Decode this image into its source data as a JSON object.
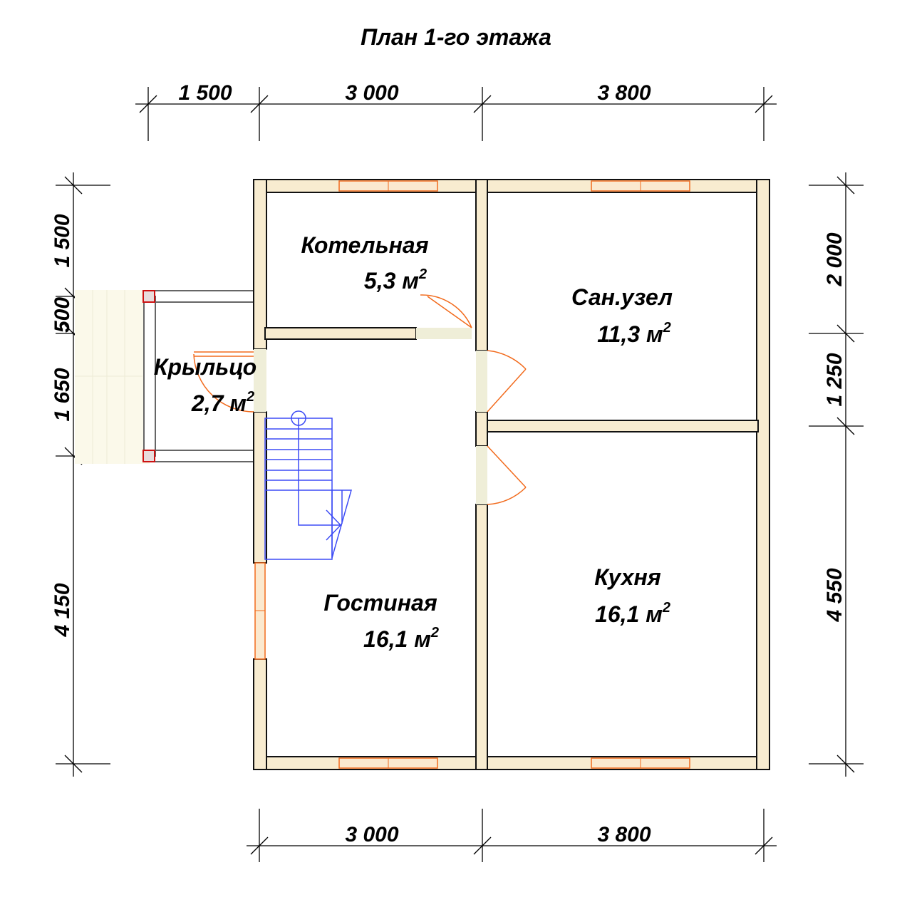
{
  "title": "План 1-го этажа",
  "dimensions": {
    "top": [
      "1 500",
      "3 000",
      "3 800"
    ],
    "bottom": [
      "3 000",
      "3 800"
    ],
    "left": [
      "1 500",
      "500",
      "1 650",
      "4 150"
    ],
    "right": [
      "2 000",
      "1 250",
      "4 550"
    ]
  },
  "rooms": [
    {
      "name": "Котельная",
      "area": "5,3 м",
      "sup": "2"
    },
    {
      "name": "Сан.узел",
      "area": "11,3 м",
      "sup": "2"
    },
    {
      "name": "Крыльцо",
      "area": "2,7 м",
      "sup": "2"
    },
    {
      "name": "Гостиная",
      "area": "16,1 м",
      "sup": "2"
    },
    {
      "name": "Кухня",
      "area": "16,1 м",
      "sup": "2"
    }
  ],
  "colors": {
    "wall": "#f8ecd0",
    "door": "#f26b1d",
    "stair": "#3d4cf5",
    "column": "#cc1111"
  }
}
